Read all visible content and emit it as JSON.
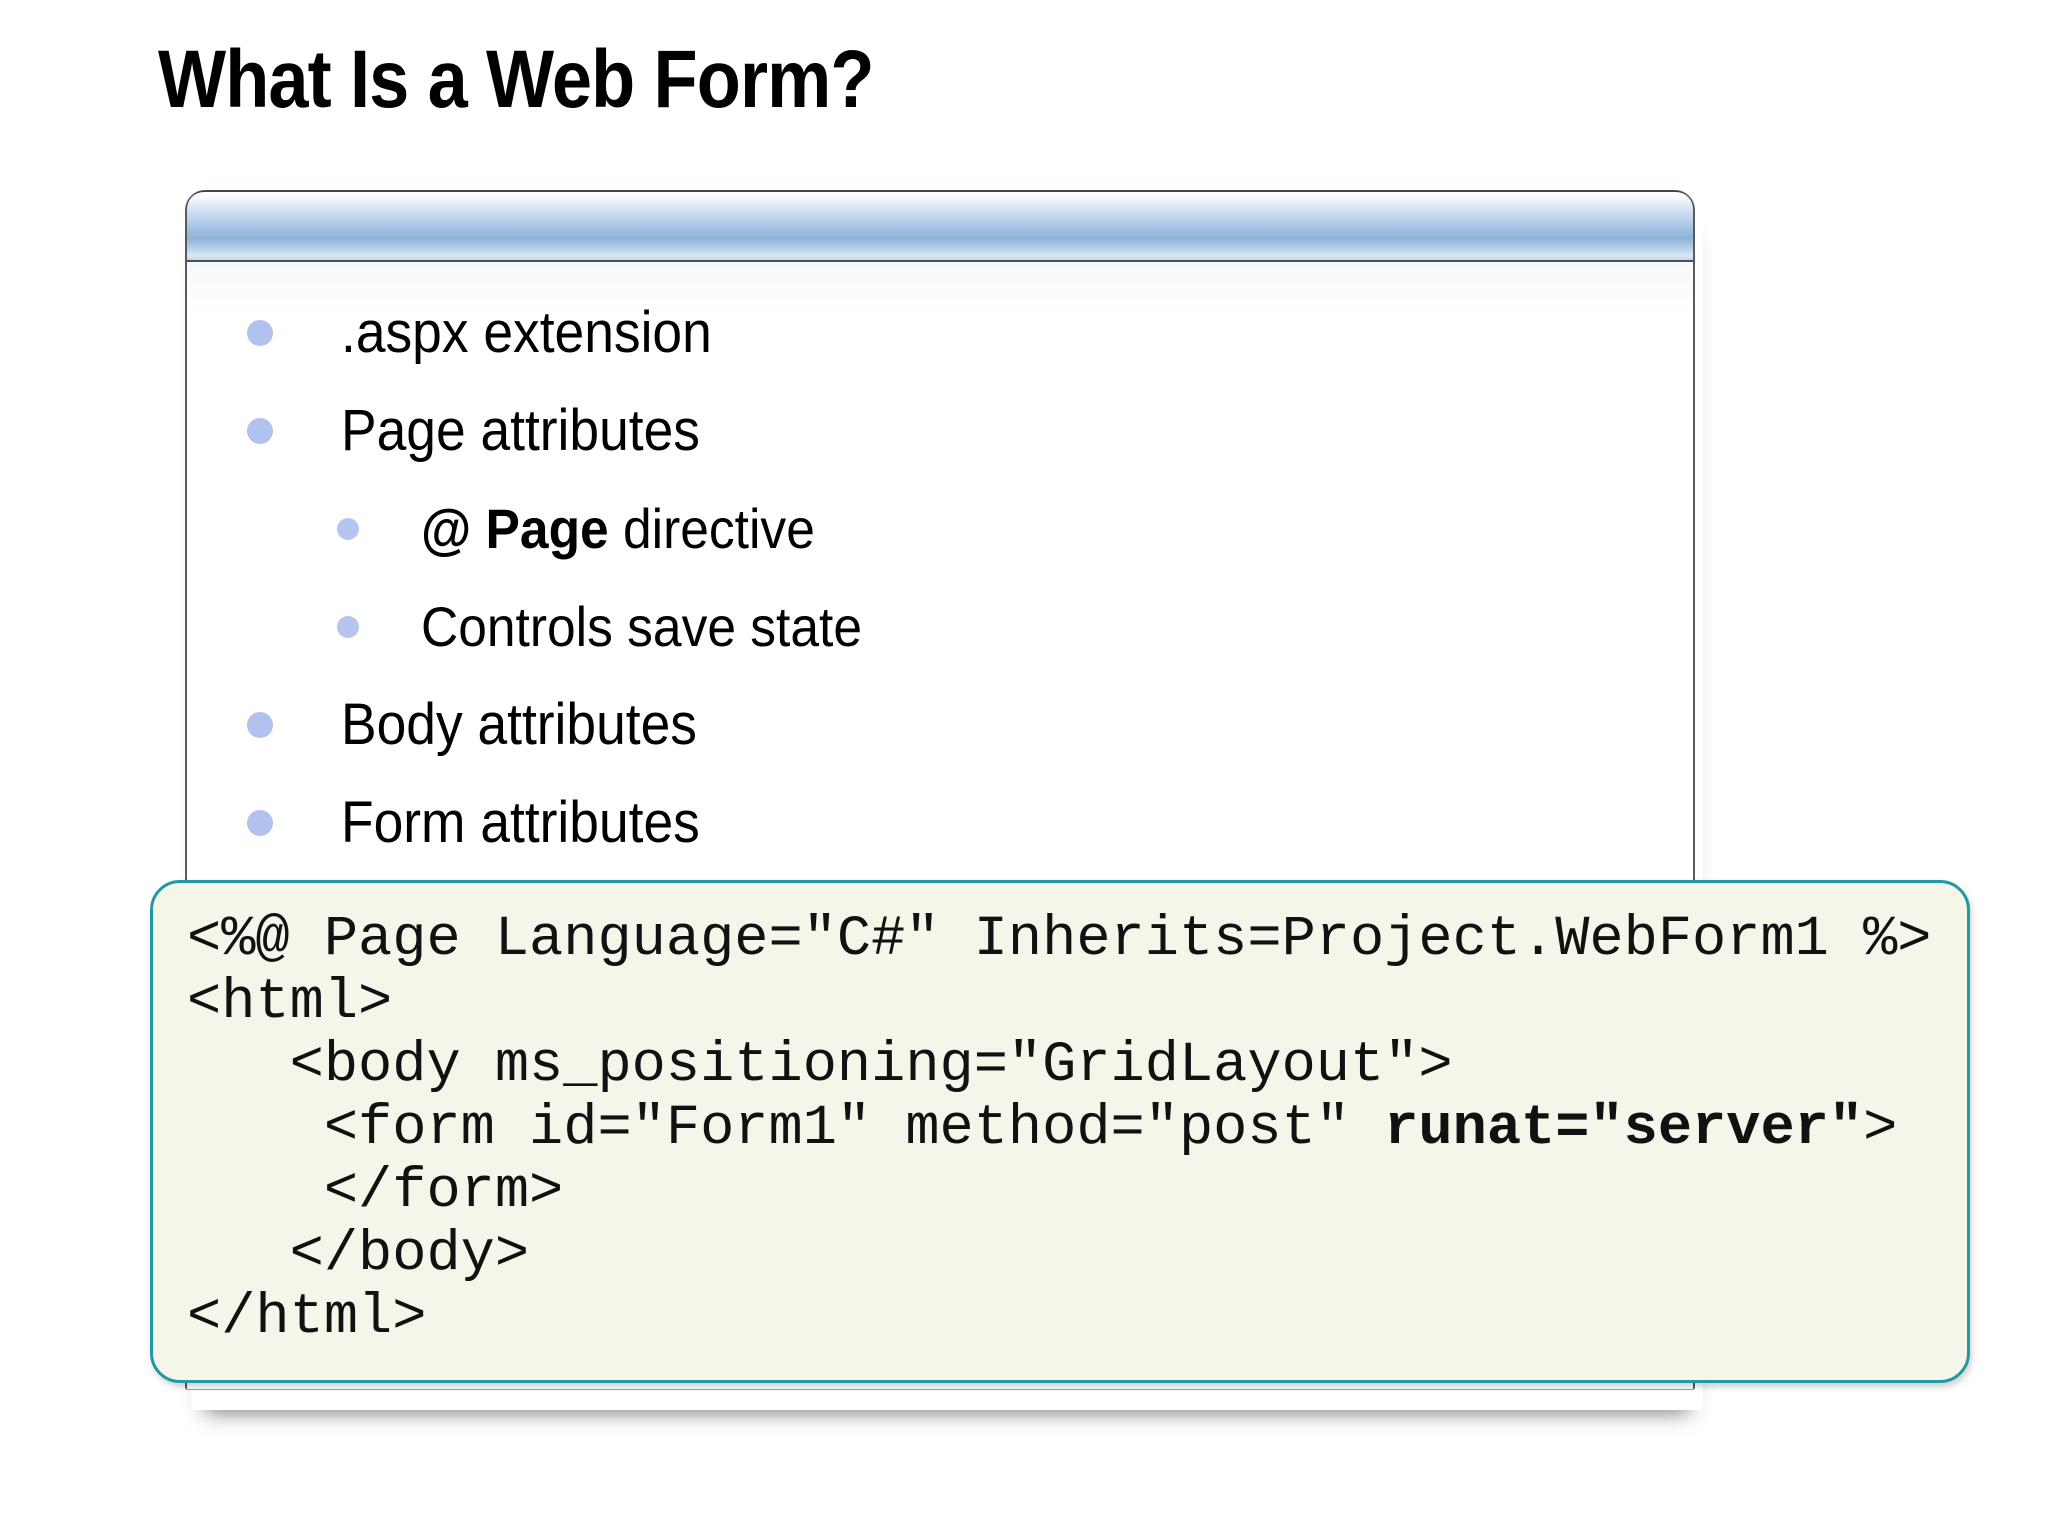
{
  "slide": {
    "title": "What Is a Web Form?"
  },
  "panel": {
    "header_color": "#9fc0e0",
    "background_color": "#ffffff"
  },
  "bullets": [
    {
      "level": 1,
      "text": "aspx_ext",
      "label": ".aspx extension"
    },
    {
      "level": 1,
      "text": "page_attr",
      "label": "Page attributes"
    },
    {
      "level": 2,
      "text": "page_directive",
      "label_bold": "@ Page",
      "label_rest": " directive"
    },
    {
      "level": 2,
      "text": "controls_save",
      "label": "Controls save state"
    },
    {
      "level": 1,
      "text": "body_attr",
      "label": "Body attributes"
    },
    {
      "level": 1,
      "text": "form_attr",
      "label": "Form attributes"
    }
  ],
  "bullet_labels": {
    "b0": ".aspx extension",
    "b1": "Page attributes",
    "b2_bold": "@ Page",
    "b2_rest": " directive",
    "b3": "Controls save state",
    "b4": "Body attributes",
    "b5": "Form attributes"
  },
  "code_box": {
    "border_color": "#1f9aa4",
    "background_color": "#f5f5ea",
    "lines": {
      "l0": "<%@ Page Language=\"C#\" Inherits=Project.WebForm1 %>",
      "l1": "<html>",
      "l2": "   <body ms_positioning=\"GridLayout\">",
      "l3_pre": "    <form id=\"Form1\" method=\"post\" ",
      "l3_bold": "runat=\"server\"",
      "l3_post": ">",
      "l4": "    </form>",
      "l5": "   </body>",
      "l6": "</html>"
    }
  }
}
